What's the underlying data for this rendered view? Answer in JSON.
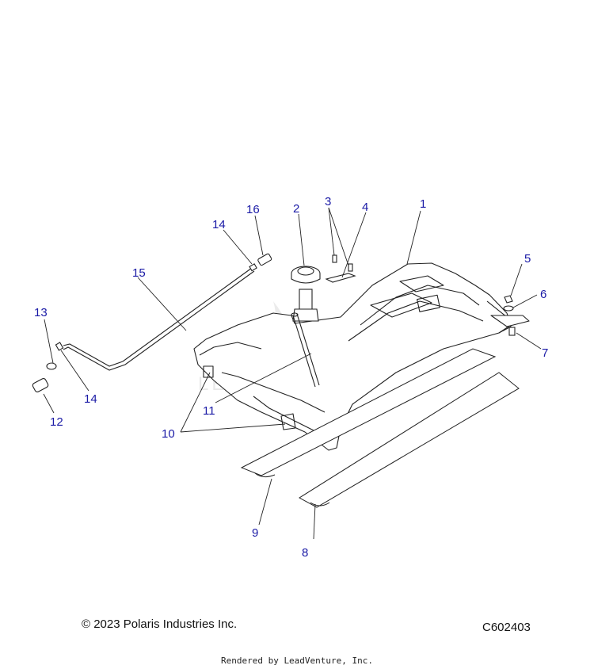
{
  "callouts": {
    "c1": "1",
    "c2": "2",
    "c3": "3",
    "c4": "4",
    "c5": "5",
    "c6": "6",
    "c7": "7",
    "c8": "8",
    "c9": "9",
    "c10": "10",
    "c11": "11",
    "c12": "12",
    "c13": "13",
    "c14a": "14",
    "c14b": "14",
    "c15": "15",
    "c16": "16"
  },
  "watermark": "LEADVENTURE",
  "footer": {
    "copyright": "© 2023 Polaris Industries Inc.",
    "figure_code": "C602403",
    "rendered_by": "Rendered by LeadVenture, Inc."
  },
  "colors": {
    "callout": "#1a1aa6",
    "line": "#222222"
  }
}
